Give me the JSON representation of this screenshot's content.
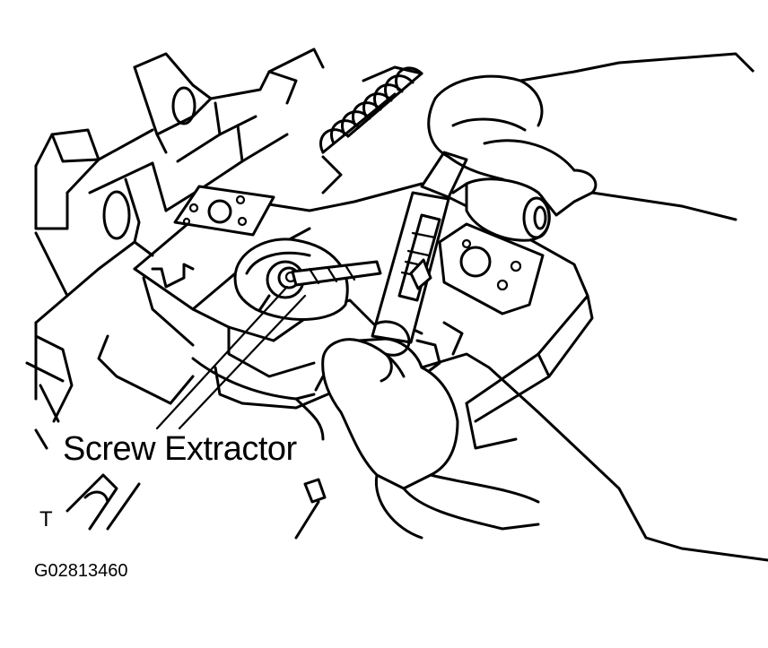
{
  "diagram": {
    "callout_label": "Screw Extractor",
    "view_marker": "T",
    "figure_code": "G02813460"
  },
  "colors": {
    "line": "#000000",
    "background": "#ffffff"
  }
}
